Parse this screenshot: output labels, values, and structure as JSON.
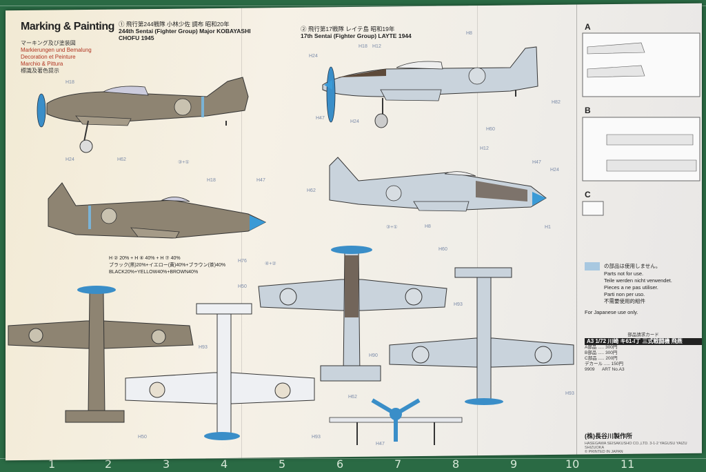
{
  "header": {
    "title": "Marking & Painting",
    "subtitles": [
      "マーキング及び塗装図",
      "Markierungen und Bemalung",
      "Decoration et Peinture",
      "Marchio & Pittura",
      "標識及著色提示"
    ]
  },
  "schemes": [
    {
      "number": "①",
      "line_jp": "飛行第244戦隊 小林少佐 調布 昭和20年",
      "line1": "244th Sentai (Fighter Group) Major KOBAYASHI",
      "line2": "CHOFU 1945"
    },
    {
      "number": "②",
      "line_jp": "飛行第17戦隊 レイテ島 昭和19年",
      "line1": "17th Sentai (Fighter Group) LAYTE 1944"
    }
  ],
  "color_legend": {
    "line1": "H ② 20% + H ④ 40% + H ⑦ 40%",
    "line2": "ブラック(黒)20%+イエロー(黄)40%+ブラウン(茶)40%",
    "line3": "BLACK20%+YELLOW40%+BROWN40%"
  },
  "callouts": [
    "H24",
    "H18",
    "H12",
    "H8",
    "H47",
    "H62",
    "H1",
    "H76",
    "H60",
    "H93",
    "H90",
    "H82",
    "H50",
    "③+①",
    "④+②"
  ],
  "side_sections": [
    "A",
    "B",
    "C"
  ],
  "notes": {
    "jp": "の部品は使用しません。",
    "en": "Parts not for use.",
    "de": "Teile werden nicht verwendet.",
    "fr": "Pieces a ne pas utiliser.",
    "it": "Parti non per uso.",
    "zh": "不需要使用的組件",
    "japan_only": "For Japanese use only."
  },
  "card": {
    "header": "部品請求カード",
    "model_line": "A3  1/72 川崎 キ61-I丁 三式戦闘機 飛燕",
    "art_no": "ART No.A3",
    "code": "9909",
    "prices": [
      "A部品 ..... 300円",
      "B部品 ..... 300円",
      "C部品 ..... 200円",
      "デカール ..... 150円"
    ]
  },
  "company": {
    "name": "(株)長谷川製作所",
    "address": "HASEGAWA SEISAKUSHO CO.,LTD. 3-1-2 YAGUSU YAIZU SHIZUOKA",
    "printed": "© PRINTED IN JAPAN"
  },
  "ruler": [
    "1",
    "2",
    "3",
    "4",
    "5",
    "6",
    "7",
    "8",
    "9",
    "10",
    "11"
  ],
  "colors": {
    "camo": "#8e8472",
    "silver": "#c9d3dc",
    "spinner": "#3a8ec8",
    "mat": "#2a6a44"
  }
}
